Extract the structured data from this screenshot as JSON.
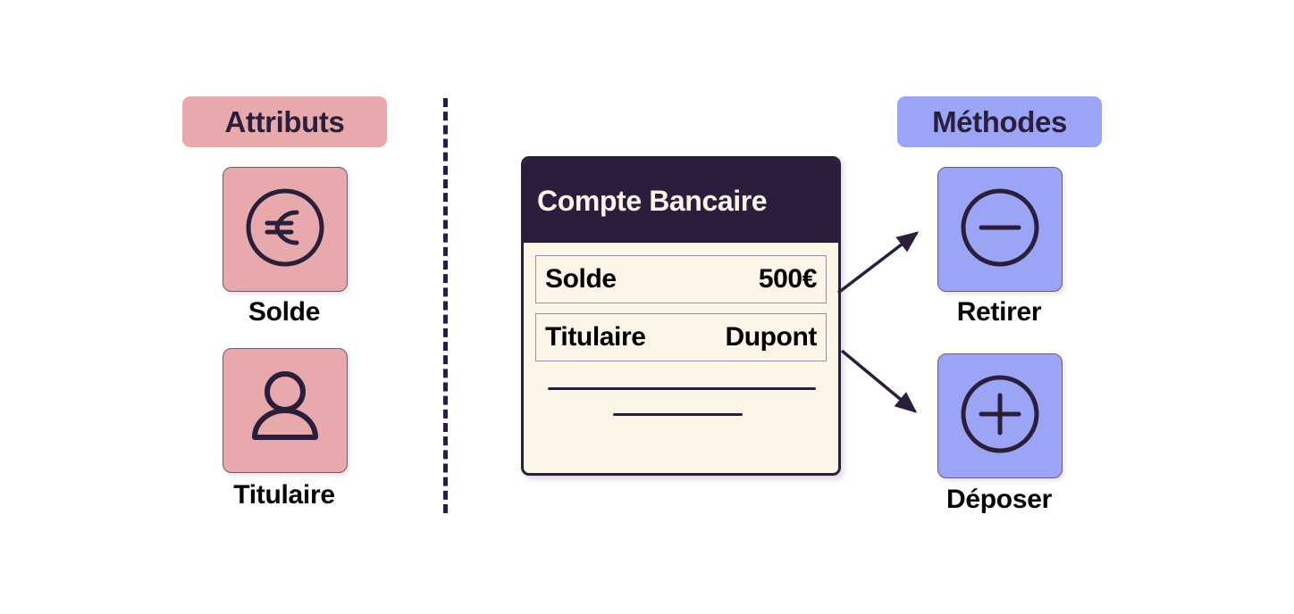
{
  "sections": {
    "left": {
      "badge_label": "Attributs",
      "accent": "#E8A9AC"
    },
    "right": {
      "badge_label": "Méthodes",
      "accent": "#9BA4F5"
    }
  },
  "attributes": [
    {
      "label": "Solde",
      "icon": "euro-circle-icon"
    },
    {
      "label": "Titulaire",
      "icon": "person-icon"
    }
  ],
  "methods": [
    {
      "label": "Retirer",
      "icon": "minus-circle-icon"
    },
    {
      "label": "Déposer",
      "icon": "plus-circle-icon"
    }
  ],
  "card": {
    "title": "Compte Bancaire",
    "header_bg": "#2B1E3D",
    "body_bg": "#FDF6E8",
    "fields": [
      {
        "key": "Solde",
        "value": "500€"
      },
      {
        "key": "Titulaire",
        "value": "Dupont"
      }
    ]
  },
  "divider": {
    "style": "dashed",
    "color": "#2B1E3D"
  }
}
